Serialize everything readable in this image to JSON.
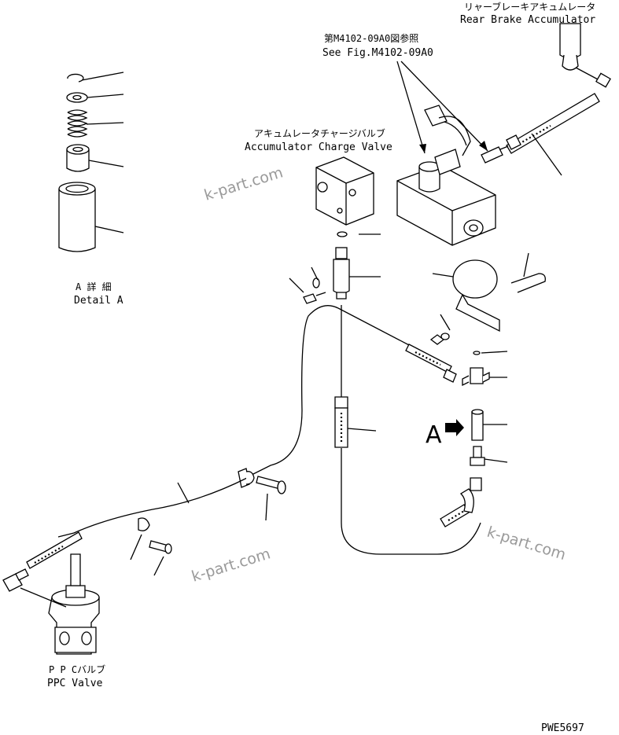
{
  "labels": {
    "rear_brake_accumulator_jp": "リャーブレーキアキュムレータ",
    "rear_brake_accumulator_en": "Rear Brake Accumulator",
    "see_fig_jp": "第M4102-09A0図参照",
    "see_fig_en": "See Fig.M4102-09A0",
    "accumulator_charge_valve_jp": "アキュムレータチャージバルブ",
    "accumulator_charge_valve_en": "Accumulator Charge Valve",
    "detail_a_jp": "A 詳 細",
    "detail_a_en": "Detail A",
    "ppc_valve_jp": "P P Cバルブ",
    "ppc_valve_en": "PPC Valve",
    "detail_marker": "A",
    "drawing_number": "PWE5697"
  },
  "watermarks": [
    "k-part.com",
    "k-part.com",
    "k-part.com"
  ],
  "colors": {
    "line": "#000000",
    "watermark": "#9a9a9a",
    "background": "#ffffff"
  }
}
